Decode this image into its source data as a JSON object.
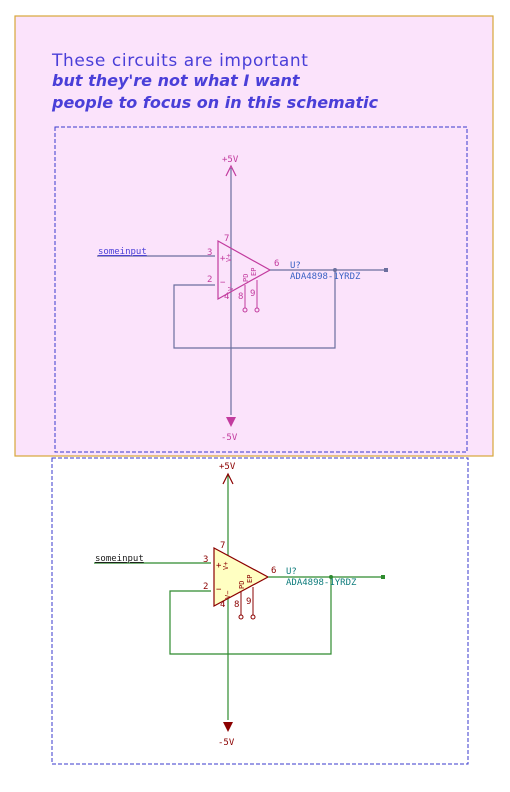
{
  "note": {
    "line1": "These circuits are important",
    "line2": "but they're not what I want",
    "line3": "people to focus on in this schematic"
  },
  "colors": {
    "highlight_fill": "#fbe3fb",
    "highlight_border": "#d7a63a",
    "sheet_border": "#3a3acc",
    "note_text": "#4a3fd8",
    "dimmed_wire": "#6b6f9e",
    "dimmed_symbol": "#c23b9e",
    "wire": "#2e8b2e",
    "symbol": "#8b0000",
    "symbol_fill": "#ffffc2",
    "power": "#8b0000",
    "netlabel": "#1a1a1a",
    "ref": "#0e7c7c"
  },
  "circuits": [
    {
      "id": "top",
      "power_pos": "+5V",
      "power_neg": "-5V",
      "net_label": "someinput",
      "ref": "U?",
      "value": "ADA4898-1YRDZ",
      "pins": {
        "in_plus": "3",
        "in_minus": "2",
        "out": "6",
        "vplus": "7",
        "vminus": "4",
        "pd": "8",
        "ep": "9"
      },
      "pin_names": {
        "plus": "+",
        "minus": "−",
        "vplus": "V+",
        "vminus": "V−",
        "pd": "PD",
        "ep": "EP"
      }
    },
    {
      "id": "bottom",
      "power_pos": "+5V",
      "power_neg": "-5V",
      "net_label": "someinput",
      "ref": "U?",
      "value": "ADA4898-1YRDZ",
      "pins": {
        "in_plus": "3",
        "in_minus": "2",
        "out": "6",
        "vplus": "7",
        "vminus": "4",
        "pd": "8",
        "ep": "9"
      },
      "pin_names": {
        "plus": "+",
        "minus": "−",
        "vplus": "V+",
        "vminus": "V−",
        "pd": "PD",
        "ep": "EP"
      }
    }
  ]
}
